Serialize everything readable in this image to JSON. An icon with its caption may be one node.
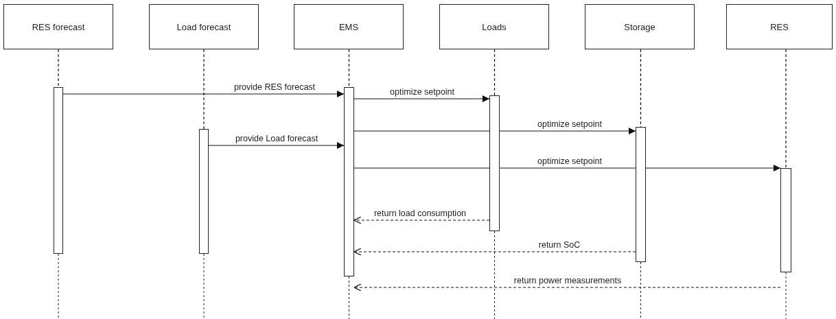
{
  "diagram": {
    "nodes": [
      {
        "text": [
          "RES forecast"
        ]
      },
      {
        "text": [
          "Load forecast"
        ]
      },
      {
        "text": [
          "EMS"
        ]
      },
      {
        "text": [
          "Loads"
        ]
      },
      {
        "text": [
          "Storage"
        ]
      },
      {
        "text": [
          "RES"
        ]
      },
      {
        "text": [],
        "shape": "bar"
      },
      {
        "text": [],
        "shape": "bar"
      },
      {
        "text": [],
        "shape": "bar"
      },
      {
        "text": [],
        "shape": "bar"
      },
      {
        "text": [],
        "shape": "bar"
      },
      {
        "text": [],
        "shape": "bar"
      }
    ],
    "edges": [
      {
        "from": 0,
        "to": 6,
        "arrow": "none",
        "style": "dashed"
      },
      {
        "from": 1,
        "to": 7,
        "arrow": "none",
        "style": "dashed"
      },
      {
        "from": 2,
        "to": 8,
        "arrow": "none",
        "style": "dashed"
      },
      {
        "from": 3,
        "to": 9,
        "arrow": "none",
        "style": "dashed"
      },
      {
        "from": 4,
        "to": 10,
        "arrow": "none",
        "style": "dashed"
      },
      {
        "from": 5,
        "to": 11,
        "arrow": "none",
        "style": "dashed"
      },
      {
        "from": 6,
        "to": 8,
        "arrow": "to",
        "label": "provide RES forecast"
      },
      {
        "from": 8,
        "to": 9,
        "arrow": "to",
        "label": "optimize setpoint"
      },
      {
        "from": 8,
        "to": 10,
        "arrow": "to",
        "label": "optimize setpoint"
      },
      {
        "from": 7,
        "to": 8,
        "arrow": "to",
        "label": "provide Load forecast"
      },
      {
        "from": 8,
        "to": 11,
        "arrow": "to",
        "label": "optimize setpoint"
      },
      {
        "from": 9,
        "to": 8,
        "arrow": "to",
        "label": "return load consumption",
        "style": "dashed"
      },
      {
        "from": 10,
        "to": 8,
        "arrow": "to",
        "label": "return SoC",
        "style": "dashed"
      },
      {
        "from": 11,
        "to": 8,
        "arrow": "to",
        "label": "return power measurements",
        "style": "dashed"
      }
    ]
  }
}
